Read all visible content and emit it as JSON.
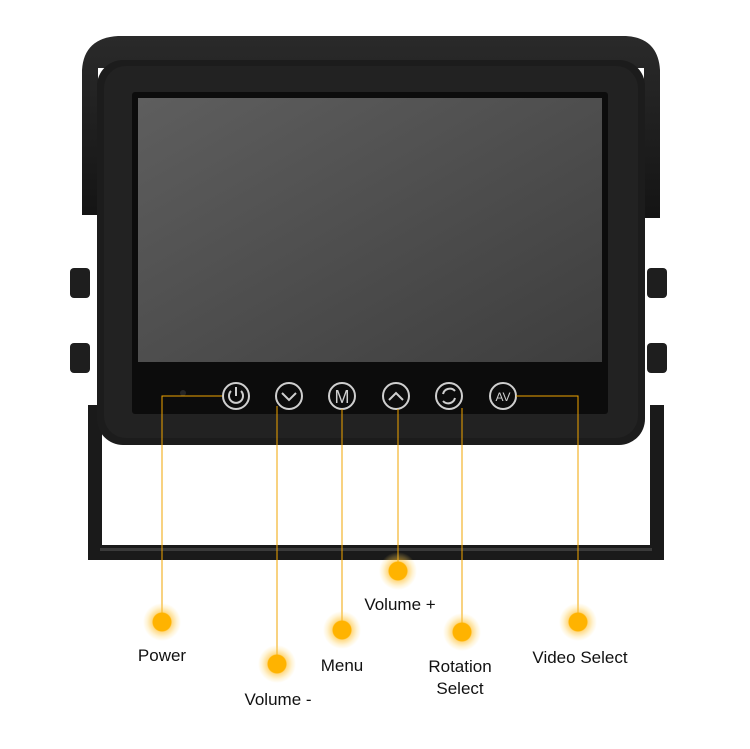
{
  "buttons": [
    {
      "id": "power",
      "glyph": "power-icon",
      "label": "Power"
    },
    {
      "id": "volume_down",
      "glyph": "chevron-down-icon",
      "label": "Volume -"
    },
    {
      "id": "menu",
      "glyph": "menu-m-icon",
      "label": "Menu",
      "text": "M"
    },
    {
      "id": "volume_up",
      "glyph": "chevron-up-icon",
      "label": "Volume +"
    },
    {
      "id": "rotation",
      "glyph": "rotate-icon",
      "label_line1": "Rotation",
      "label_line2": "Select"
    },
    {
      "id": "av",
      "glyph": "av-icon",
      "label": "Video Select",
      "text": "AV"
    }
  ],
  "colors": {
    "accent": "#ffb300",
    "line": "#f0a400",
    "bezel": "#1c1c1c",
    "screen": "#4e4e4e"
  }
}
